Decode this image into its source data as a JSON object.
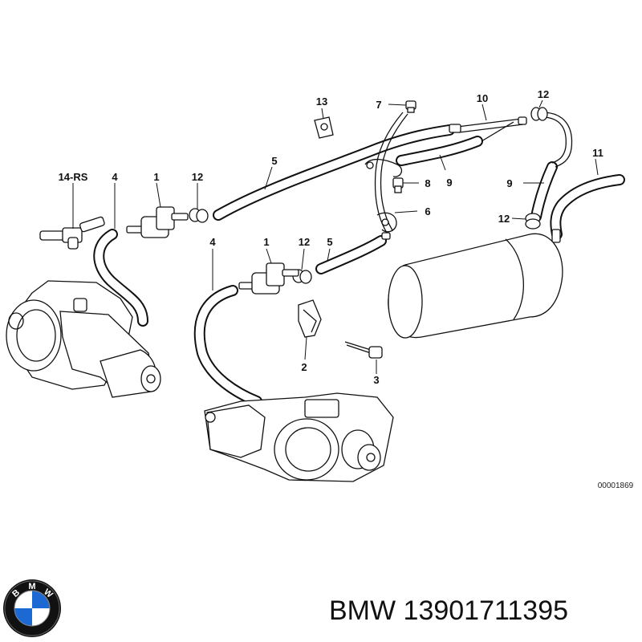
{
  "callouts": {
    "c1a": "1",
    "c1b": "1",
    "c2": "2",
    "c3": "3",
    "c4a": "4",
    "c4b": "4",
    "c5a": "5",
    "c5b": "5",
    "c6": "6",
    "c7": "7",
    "c8": "8",
    "c9a": "9",
    "c9b": "9",
    "c10": "10",
    "c11": "11",
    "c12a": "12",
    "c12b": "12",
    "c12c": "12",
    "c12d": "12",
    "c13": "13",
    "c14": "14-RS"
  },
  "diagram_ref": "00001869",
  "brand": {
    "text": "BMW 13901711395",
    "logo_letters": [
      "B",
      "M",
      "W"
    ]
  },
  "colors": {
    "logo_blue": "#1c69d4",
    "logo_ring": "#111111",
    "ink": "#111111"
  }
}
